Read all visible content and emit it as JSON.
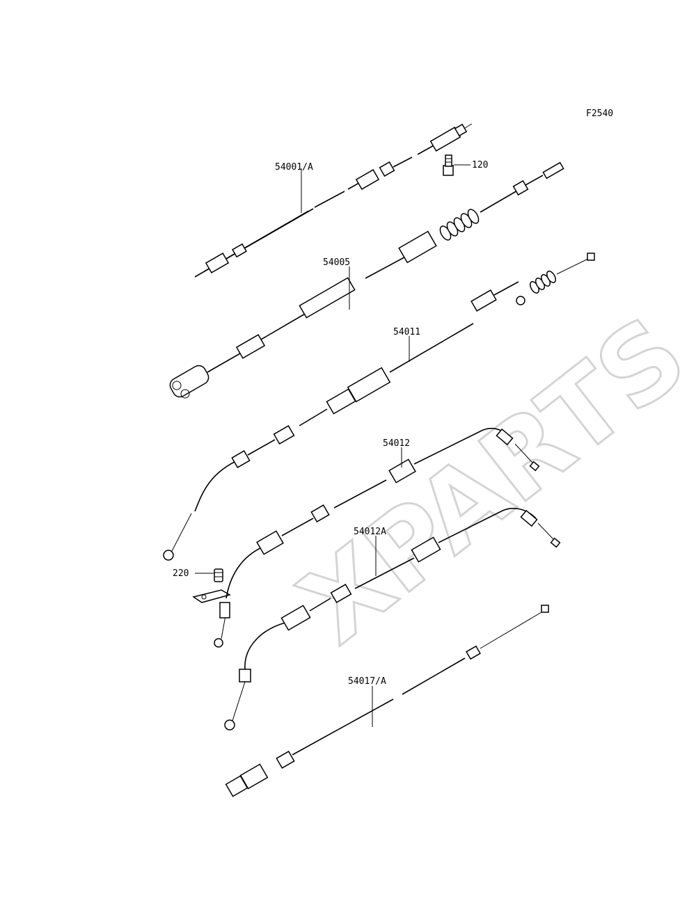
{
  "figure_code": "F2540",
  "watermark": "XPARTS",
  "parts": [
    {
      "id": "p54001",
      "label": "54001/A"
    },
    {
      "id": "p120",
      "label": "120"
    },
    {
      "id": "p54005",
      "label": "54005"
    },
    {
      "id": "p54011",
      "label": "54011"
    },
    {
      "id": "p54012",
      "label": "54012"
    },
    {
      "id": "p220",
      "label": "220"
    },
    {
      "id": "p54012A",
      "label": "54012A"
    },
    {
      "id": "p54017",
      "label": "54017/A"
    }
  ]
}
